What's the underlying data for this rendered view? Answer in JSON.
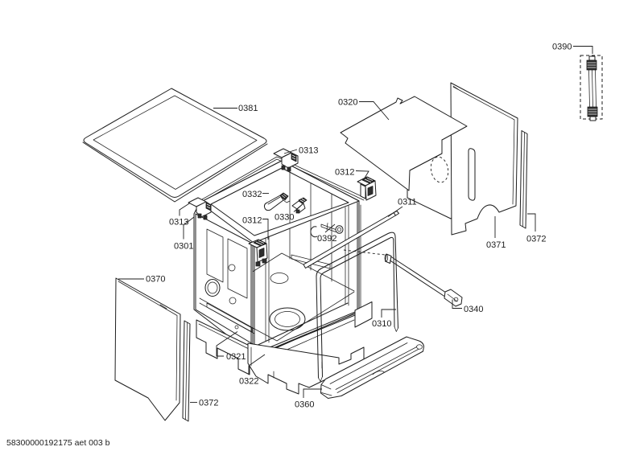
{
  "diagram": {
    "background": "#ffffff",
    "line_color": "#1d1d1d",
    "footer_code": "58300000192175 aet 003 b",
    "parts": {
      "lid": {
        "label": "0381"
      },
      "insulation_mat": {
        "label": "0320"
      },
      "hose_kit": {
        "label": "0390"
      },
      "bracket_top": {
        "label": "0313"
      },
      "bracket_left": {
        "label": "0313"
      },
      "fastener_right": {
        "label": "0312"
      },
      "fastener_front": {
        "label": "0312"
      },
      "clip_a": {
        "label": "0332"
      },
      "clip_b": {
        "label": "0330"
      },
      "front_rail": {
        "label": "0311"
      },
      "pin": {
        "label": "0392"
      },
      "tub": {
        "label": "0301"
      },
      "left_panel": {
        "label": "0370"
      },
      "left_strip": {
        "label": "0372"
      },
      "right_strip": {
        "label": "0372"
      },
      "base_frame": {
        "label": "0321"
      },
      "base_pan": {
        "label": "0322"
      },
      "bottom_trim": {
        "label": "0360"
      },
      "door_seal": {
        "label": "0310"
      },
      "tie_rod": {
        "label": "0340"
      },
      "right_panel": {
        "label": "0371"
      }
    }
  }
}
